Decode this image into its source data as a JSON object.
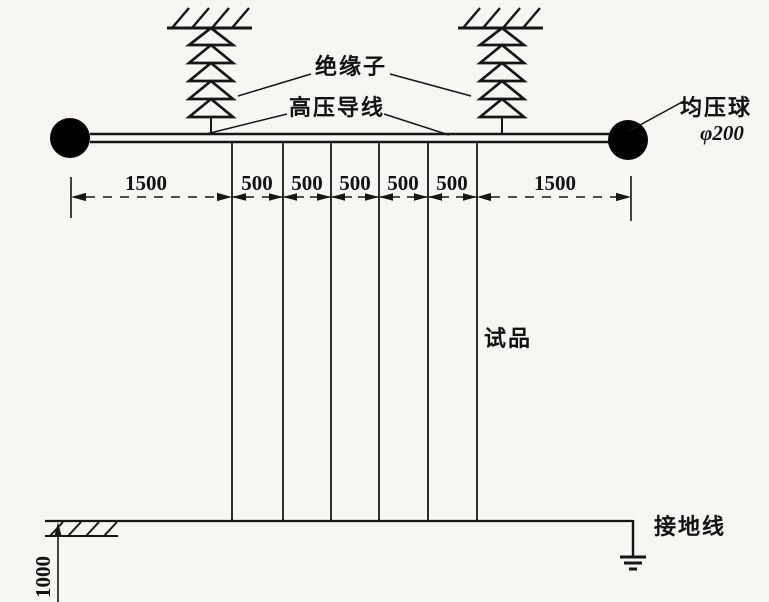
{
  "figure": {
    "colors": {
      "background": "#f7f6f3",
      "line": "#161616",
      "text": "#121212"
    },
    "labels": {
      "insulator": "绝缘子",
      "hv_conductor": "高压导线",
      "grading_ball": "均压球",
      "grading_ball_diameter": "φ200",
      "test_specimen": "试品",
      "ground_wire": "接地线"
    },
    "dimensions": {
      "left_span": "1500",
      "mid_segments": [
        "500",
        "500",
        "500",
        "500",
        "500"
      ],
      "right_span": "1500",
      "ground_clearance": "1000"
    }
  }
}
